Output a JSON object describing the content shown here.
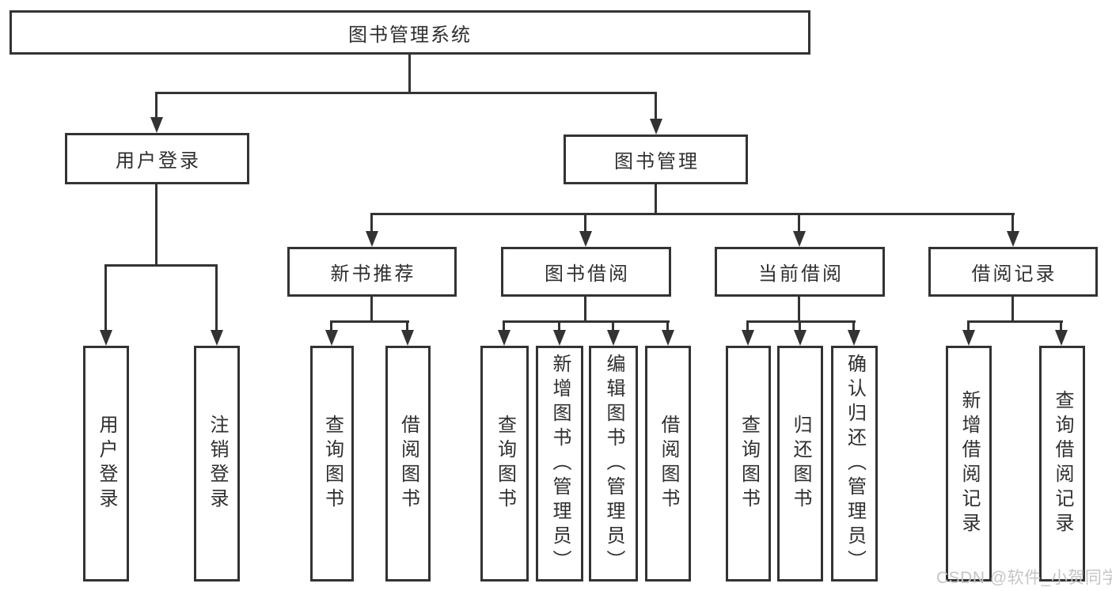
{
  "colors": {
    "line": "#333333",
    "text": "#2f2f2f",
    "watermark": "#c3c5c9",
    "background": "#ffffff"
  },
  "root": {
    "label": "图书管理系统"
  },
  "level2": [
    {
      "label": "用户登录",
      "children": [
        {
          "label": "用户登录"
        },
        {
          "label": "注销登录"
        }
      ]
    },
    {
      "label": "图书管理",
      "children": [
        {
          "label": "新书推荐",
          "children": [
            {
              "label": "查询图书"
            },
            {
              "label": "借阅图书"
            }
          ]
        },
        {
          "label": "图书借阅",
          "children": [
            {
              "label": "查询图书"
            },
            {
              "label": "新增图书（管理员）"
            },
            {
              "label": "编辑图书（管理员）"
            },
            {
              "label": "借阅图书"
            }
          ]
        },
        {
          "label": "当前借阅",
          "children": [
            {
              "label": "查询图书"
            },
            {
              "label": "归还图书"
            },
            {
              "label": "确认归还（管理员）"
            }
          ]
        },
        {
          "label": "借阅记录",
          "children": [
            {
              "label": "新增借阅记录"
            },
            {
              "label": "查询借阅记录"
            }
          ]
        }
      ]
    }
  ],
  "watermark": "CSDN @软件_小贺同学"
}
